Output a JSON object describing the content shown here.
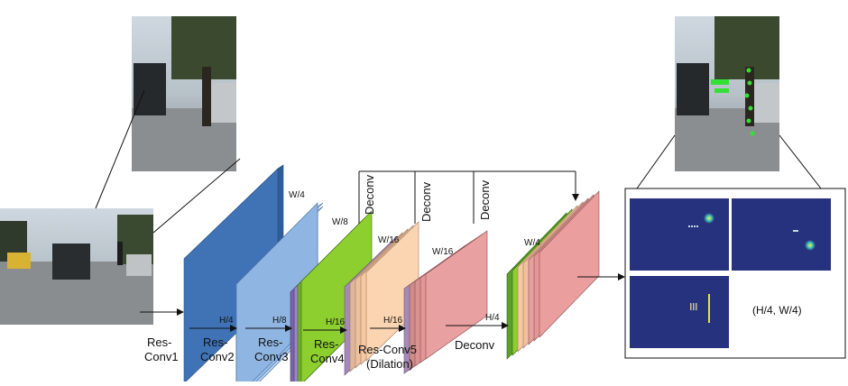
{
  "stages": {
    "res_conv1": [
      "Res-",
      "Conv1"
    ],
    "res_conv2": [
      "Res-",
      "Conv2"
    ],
    "res_conv3": [
      "Res-",
      "Conv3"
    ],
    "res_conv4": [
      "Res-",
      "Conv4"
    ],
    "res_conv5": [
      "Res-Conv5",
      "(Dilation)"
    ],
    "deconv": "Deconv"
  },
  "dims": {
    "w4_a": "W/4",
    "w8": "W/8",
    "w16_a": "W/16",
    "w16_b": "W/16",
    "w4_out": "W/4",
    "h4_a": "H/4",
    "h8": "H/8",
    "h16_a": "H/16",
    "h16_b": "H/16",
    "h4_b": "H/4"
  },
  "skip_labels": [
    "Deconv",
    "Deconv",
    "Deconv"
  ],
  "output_size": "(H/4, W/4)",
  "colors": {
    "conv2": "#3f73b6",
    "conv3": "#8fb5e2",
    "conv4": "#8ccf2e",
    "conv5": "#f7c9a0",
    "conv5b": "#e49595",
    "heatmap_bg": "#27327e",
    "blob": "#dfe83a"
  }
}
